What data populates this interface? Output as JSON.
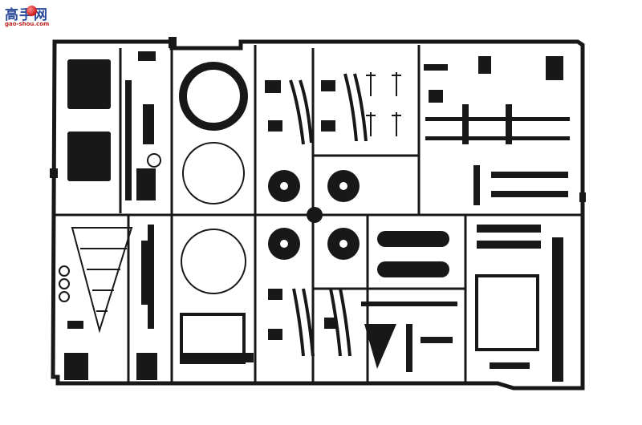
{
  "watermark": {
    "title": "高手网",
    "url": "gao-shou.com"
  },
  "photo": {
    "subject": "black plastic model-kit sprue",
    "background": "#ffffff",
    "part_color": "#181818"
  }
}
